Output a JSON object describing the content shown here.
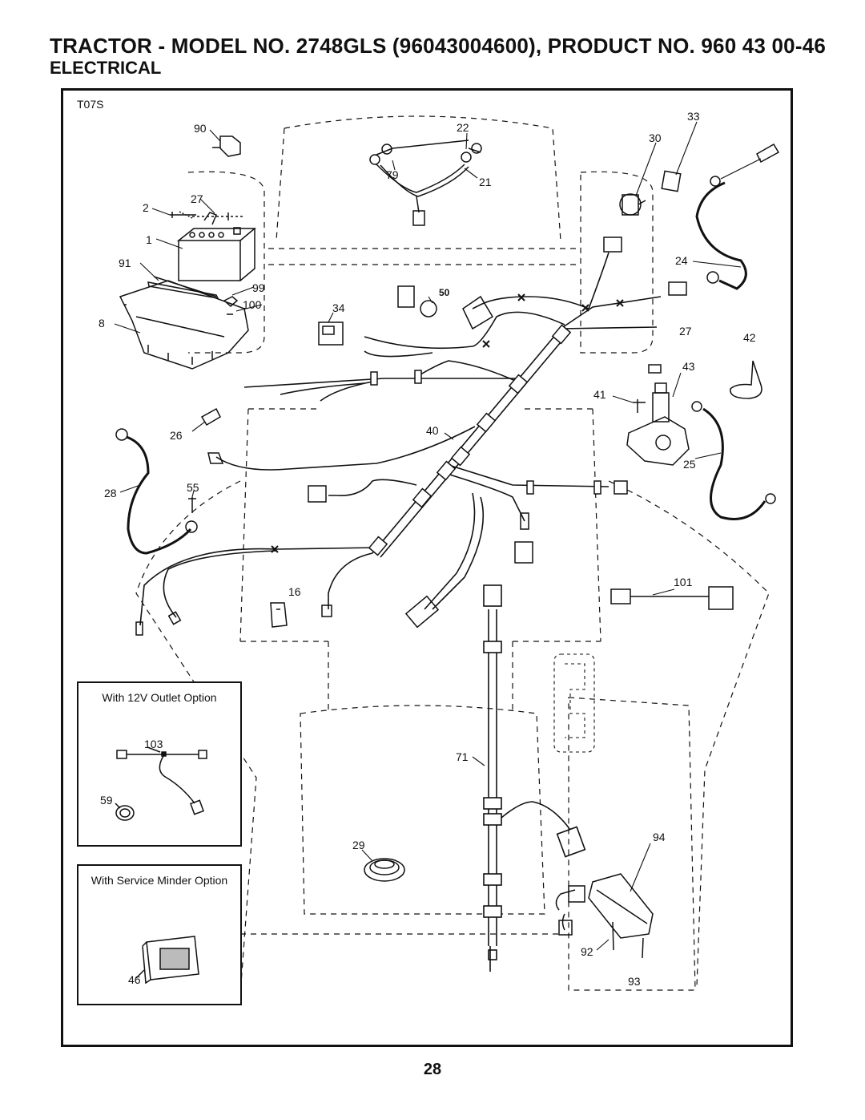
{
  "header": {
    "title": "TRACTOR - MODEL NO. 2748GLS (96043004600), PRODUCT NO. 960 43 00-46",
    "subtitle": "ELECTRICAL"
  },
  "diagram": {
    "code": "T07S",
    "callouts": {
      "c1": "1",
      "c2": "2",
      "c8": "8",
      "c16": "16",
      "c21": "21",
      "c22": "22",
      "c24": "24",
      "c25": "25",
      "c26": "26",
      "c27a": "27",
      "c27b": "27",
      "c28": "28",
      "c29": "29",
      "c30": "30",
      "c33": "33",
      "c34": "34",
      "c40": "40",
      "c41": "41",
      "c42": "42",
      "c43": "43",
      "c50": "50",
      "c55": "55",
      "c71": "71",
      "c79": "79",
      "c90": "90",
      "c91": "91",
      "c92": "92",
      "c93": "93",
      "c94": "94",
      "c99": "99",
      "c100": "100",
      "c101": "101"
    }
  },
  "insets": {
    "outlet": {
      "title": "With 12V Outlet Option",
      "c103": "103",
      "c59": "59"
    },
    "minder": {
      "title": "With Service Minder Option",
      "c46": "46"
    }
  },
  "page_number": "28"
}
